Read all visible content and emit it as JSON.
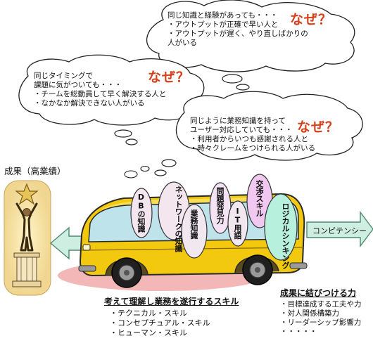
{
  "clouds": [
    {
      "id": "top",
      "lines": [
        "同じ知識と経験があっても・・・",
        "・アウトプットが正確で早い人と",
        "・アウトプットが遅く、やり直しばかりの",
        "人がいる"
      ],
      "why": "なぜ？"
    },
    {
      "id": "left",
      "lines": [
        "同じタイミングで",
        "課題に気がついても・・・",
        "・チームを総動員して早く解決する人と",
        "・なかなか解決できない人がいる"
      ],
      "why": "なぜ？"
    },
    {
      "id": "right",
      "lines": [
        "同じように業務知識を持って",
        "ユーザー対応していても・・・",
        "・利用者からいつも感謝される人と",
        "・時々クレームをつけられる人がいる"
      ],
      "why": "なぜ？"
    }
  ],
  "result_title": "成果（高業績）",
  "bubbles": [
    {
      "label": "DBの知識",
      "color": "#f4e6ee"
    },
    {
      "label": "ネットワークの知識",
      "color": "#f4e6ee"
    },
    {
      "label": "業務知識",
      "color": "#f1e8ef"
    },
    {
      "label": "問題発見力",
      "color": "#f3e3f5"
    },
    {
      "label": "IT用語",
      "color": "#f1e8ef"
    },
    {
      "label": "交渉スキル",
      "color": "#f0c8f0"
    },
    {
      "label": "ロジカルシンキング",
      "color": "#b7f0dd"
    }
  ],
  "competency_label": "コンピテンシー",
  "skills": {
    "heading": "考えて理解し業務を遂行するスキル",
    "items": [
      "・テクニカル・スキル",
      "・コンセプチュアル・スキル",
      "・ヒューマン・スキル"
    ]
  },
  "results_skills": {
    "heading": "成果に結びつける力",
    "items": [
      "・目標達成する工夫や力",
      "・対人関係構築力",
      "・リーダーシップ影響力",
      "・・・・・"
    ]
  },
  "colors": {
    "bus_body": "#f2c90f",
    "bus_roof": "#f8de58",
    "window": "#bfe3ea",
    "accent_red": "#d4401c",
    "arrow_fill": "#cdeee0",
    "arrow_stroke": "#4d8a70",
    "shadow": "#f4b7b7",
    "pedestal": "#f2dfb6"
  }
}
